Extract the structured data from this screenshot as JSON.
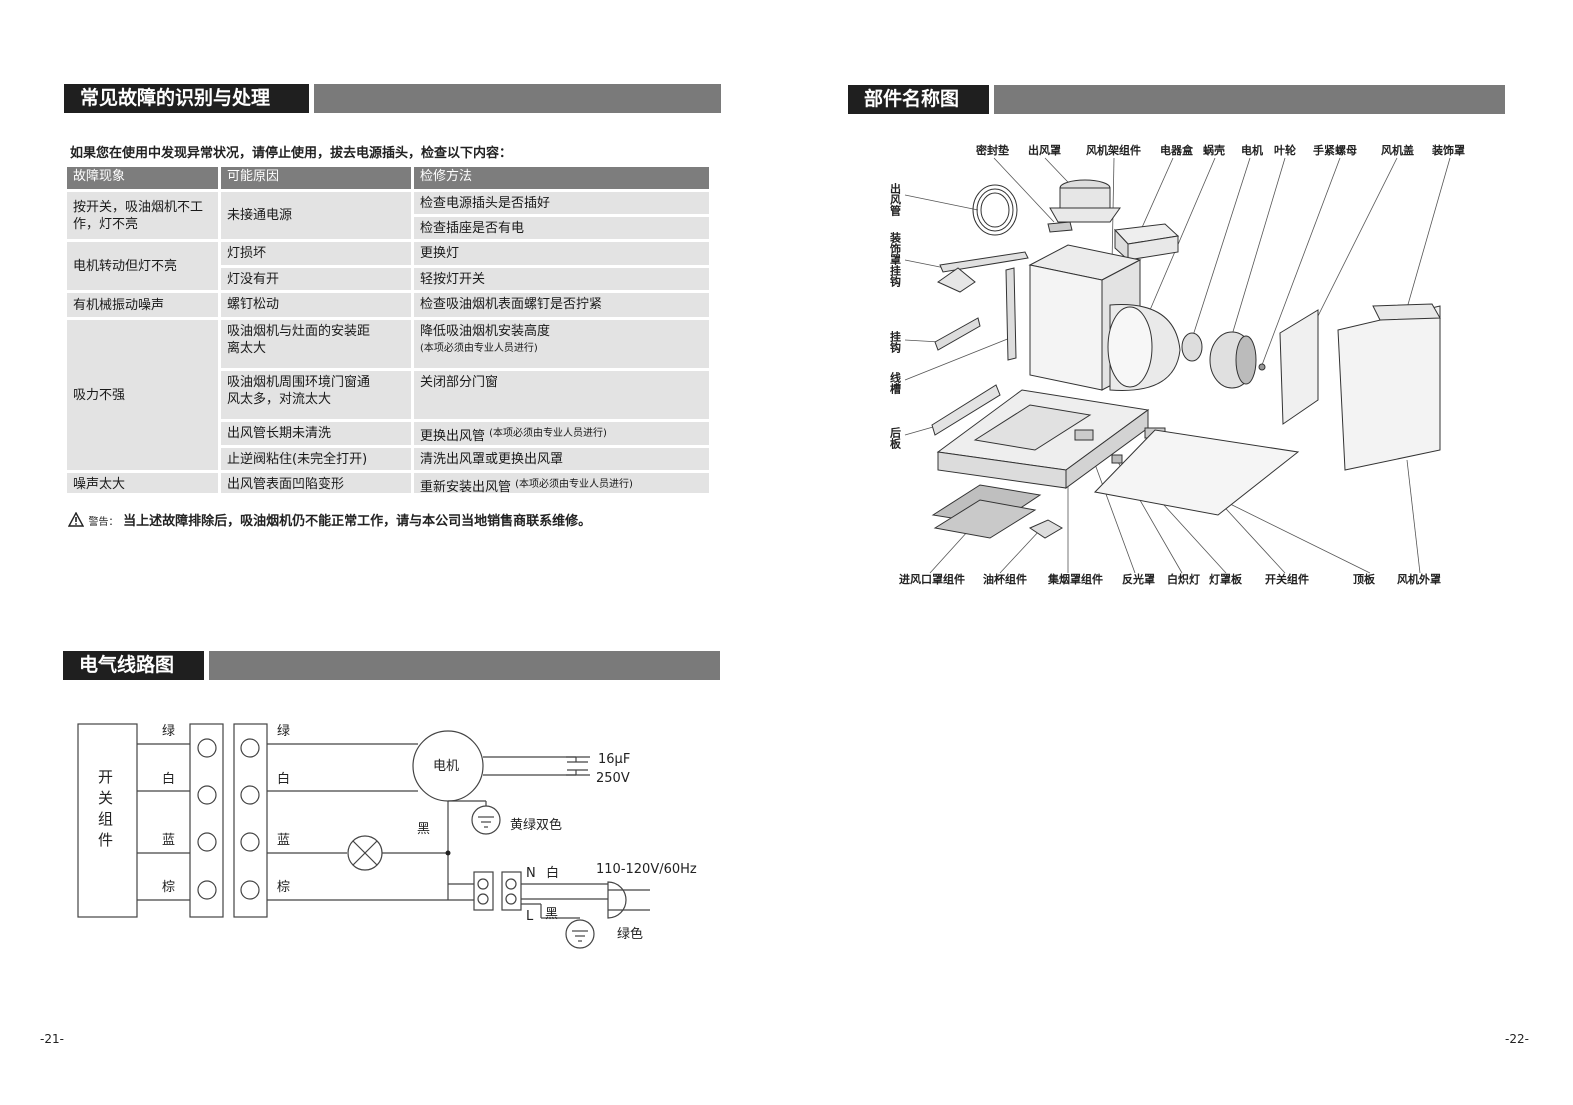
{
  "left": {
    "section1_title": "常见故障的识别与处理",
    "intro": "如果您在使用中发现异常状况，请停止使用，拔去电源插头，检查以下内容：",
    "table": {
      "headers": [
        "故障现象",
        "可能原因",
        "检修方法"
      ],
      "phenomena": [
        "按开关，吸油烟机不工作，灯不亮",
        "电机转动但灯不亮",
        "有机械振动噪声",
        "吸力不强",
        "噪声太大"
      ],
      "causes": [
        "未接通电源",
        "灯损坏",
        "灯没有开",
        "螺钉松动",
        "吸油烟机与灶面的安装距离太大",
        "吸油烟机周围环境门窗通风太多，对流太大",
        "出风管长期未清洗",
        "止逆阀粘住(未完全打开)",
        "出风管表面凹陷变形"
      ],
      "methods": [
        "检查电源插头是否插好",
        "检查插座是否有电",
        "更换灯",
        "轻按灯开关",
        "检查吸油烟机表面螺钉是否拧紧",
        "降低吸油烟机安装高度",
        "关闭部分门窗",
        "更换出风管",
        "清洗出风罩或更换出风罩",
        "重新安装出风管"
      ],
      "note": "(本项必须由专业人员进行)"
    },
    "warning_label": "警告：",
    "warning_text": "当上述故障排除后，吸油烟机仍不能正常工作，请与本公司当地销售商联系维修。",
    "section2_title": "电气线路图",
    "wiring": {
      "switch_label": [
        "开",
        "关",
        "组",
        "件"
      ],
      "colors": [
        "绿",
        "白",
        "蓝",
        "棕"
      ],
      "motor": "电机",
      "capacitor": [
        "16μF",
        "250V"
      ],
      "ground_label": "黄绿双色",
      "black": "黑",
      "N": "N",
      "L": "L",
      "white": "白",
      "black2": "黑",
      "supply": "110-120V/60Hz",
      "green": "绿色"
    },
    "page_number": "-21-"
  },
  "right": {
    "section_title": "部件名称图",
    "top_labels": [
      "密封垫",
      "出风罩",
      "风机架组件",
      "电器盒",
      "蜗壳",
      "电机",
      "叶轮",
      "手紧螺母",
      "风机盖",
      "装饰罩"
    ],
    "left_labels": [
      "出风管",
      "装饰罩挂钩",
      "挂钩",
      "线槽",
      "后板"
    ],
    "bottom_labels": [
      "进风口罩组件",
      "油杯组件",
      "集烟罩组件",
      "反光罩",
      "白炽灯",
      "灯罩板",
      "开关组件",
      "顶板",
      "风机外罩"
    ],
    "page_number": "-22-"
  },
  "colors": {
    "header_dark": "#1f1f1f",
    "header_bar": "#7a7a7a",
    "cell_bg": "#e3e3e3",
    "table_head": "#7d7d7d"
  }
}
